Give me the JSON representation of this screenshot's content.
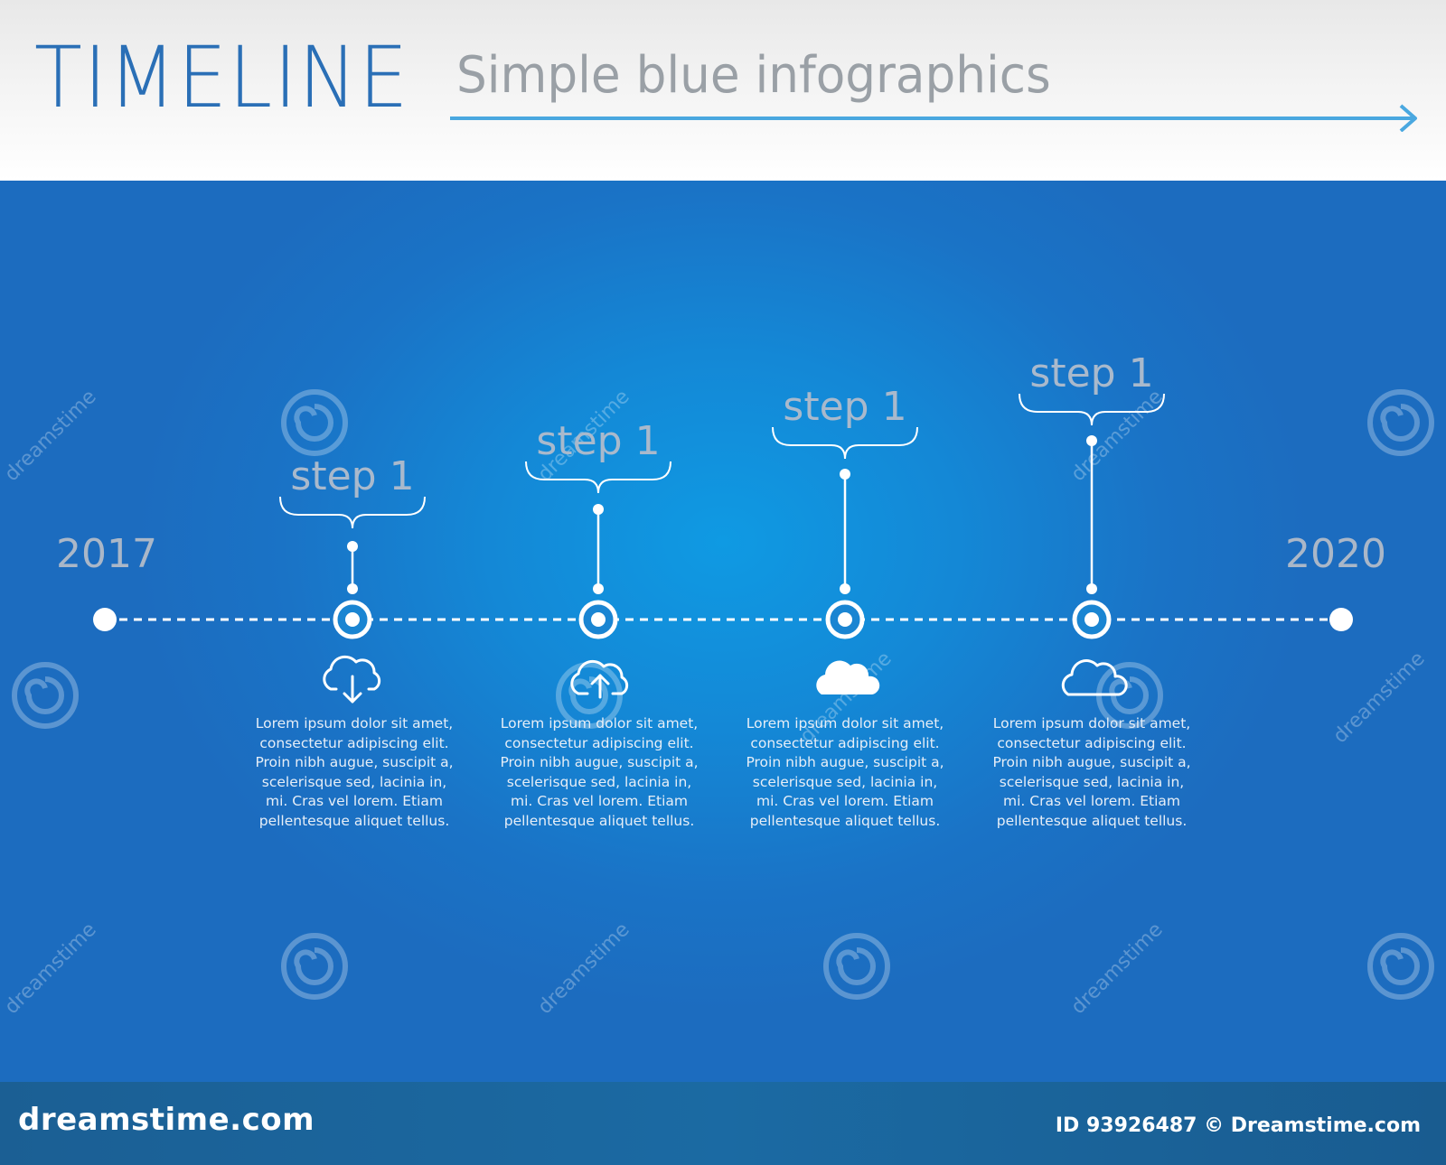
{
  "header": {
    "title": "TIMELINE",
    "subtitle": "Simple blue infographics"
  },
  "timeline": {
    "start_year": "2017",
    "end_year": "2020",
    "steps": [
      {
        "label": "step 1",
        "icon": "cloud-download-icon",
        "text": "Lorem ipsum dolor sit amet, consectetur adipiscing elit. Proin nibh augue, suscipit a, scelerisque sed, lacinia in, mi. Cras vel lorem. Etiam pellentesque aliquet tellus."
      },
      {
        "label": "step 1",
        "icon": "cloud-upload-icon",
        "text": "Lorem ipsum dolor sit amet, consectetur adipiscing elit. Proin nibh augue, suscipit a, scelerisque sed, lacinia in, mi. Cras vel lorem. Etiam pellentesque aliquet tellus."
      },
      {
        "label": "step 1",
        "icon": "cloud-filled-icon",
        "text": "Lorem ipsum dolor sit amet, consectetur adipiscing elit. Proin nibh augue, suscipit a, scelerisque sed, lacinia in, mi. Cras vel lorem. Etiam pellentesque aliquet tellus."
      },
      {
        "label": "step 1",
        "icon": "cloud-outline-icon",
        "text": "Lorem ipsum dolor sit amet, consectetur adipiscing elit. Proin nibh augue, suscipit a, scelerisque sed, lacinia in, mi. Cras vel lorem. Etiam pellentesque aliquet tellus."
      }
    ]
  },
  "footer": {
    "site": "dreamstime.com",
    "id_text": "ID 93926487 © Dreamstime.com"
  },
  "watermark": "dreamstime",
  "colors": {
    "title_blue": "#2a6fb6",
    "accent_line": "#4aa8e0",
    "background_blue": "#1a73c6",
    "footer_blue": "#1b6aa3",
    "white": "#ffffff"
  }
}
